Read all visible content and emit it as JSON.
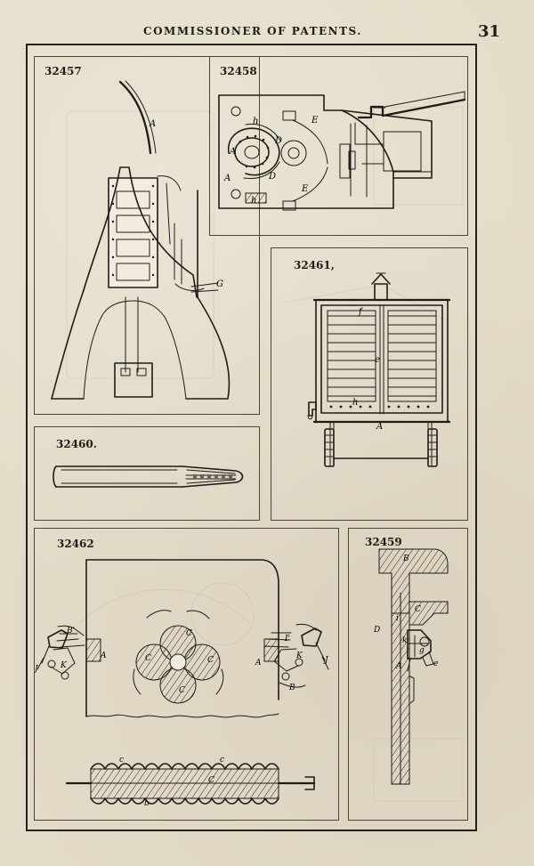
{
  "page": {
    "header_title": "COMMISSIONER OF PATENTS.",
    "page_number": "31"
  },
  "figures": {
    "f32457": {
      "label": "32457",
      "letters": [
        "A",
        "G"
      ]
    },
    "f32458": {
      "label": "32458",
      "letters": [
        "h",
        "E",
        "D",
        "A",
        "A",
        "D",
        "E",
        "h"
      ]
    },
    "f32461": {
      "label": "32461,",
      "letters": [
        "f",
        "e",
        "h",
        "A"
      ]
    },
    "f32460": {
      "label": "32460."
    },
    "f32462": {
      "label": "32462",
      "letters": [
        "B'",
        "A",
        "K",
        "J",
        "A",
        "I'",
        "K",
        "J",
        "B",
        "C",
        "C",
        "C",
        "C",
        "c",
        "c",
        "C",
        "b"
      ]
    },
    "f32459": {
      "label": "32459",
      "letters": [
        "B",
        "C",
        "D",
        "i",
        "k",
        "g",
        "A",
        "e"
      ]
    }
  },
  "colors": {
    "paper": "#e3dcc8",
    "ink": "#1f1c18"
  }
}
